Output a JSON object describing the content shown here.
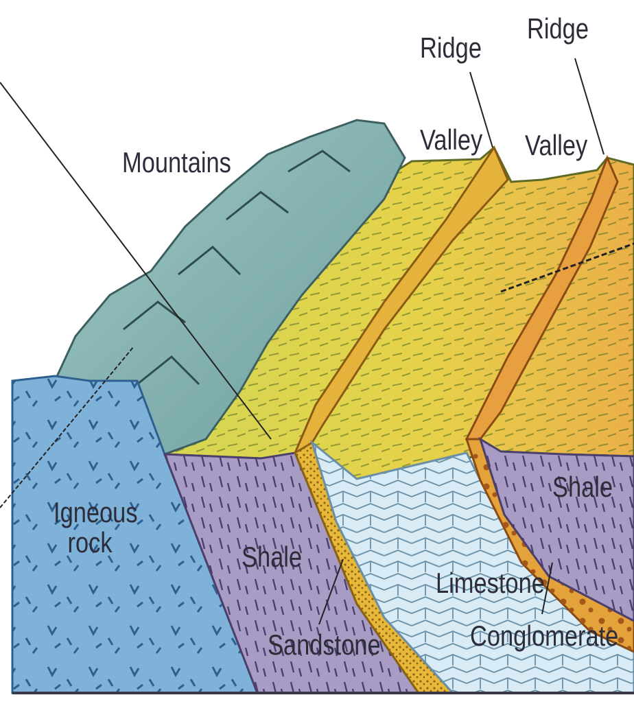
{
  "labels": {
    "ridge_left": "Ridge",
    "ridge_right": "Ridge",
    "valley_left": "Valley",
    "valley_right": "Valley",
    "mountains": "Mountains",
    "igneous_line1": "Igneous",
    "igneous_line2": "rock",
    "shale_left": "Shale",
    "shale_right": "Shale",
    "sandstone": "Sandstone",
    "limestone": "Limestone",
    "conglomerate": "Conglomerate"
  },
  "colors": {
    "igneous": "#7fb2d9",
    "shale": "#a89bc4",
    "sandstone": "#e8b83a",
    "limestone": "#d9ecf5",
    "conglomerate": "#e3a23a",
    "mountains": "#8fbfc7",
    "surface": "#d8d85a",
    "ink": "#2d2d3a"
  }
}
